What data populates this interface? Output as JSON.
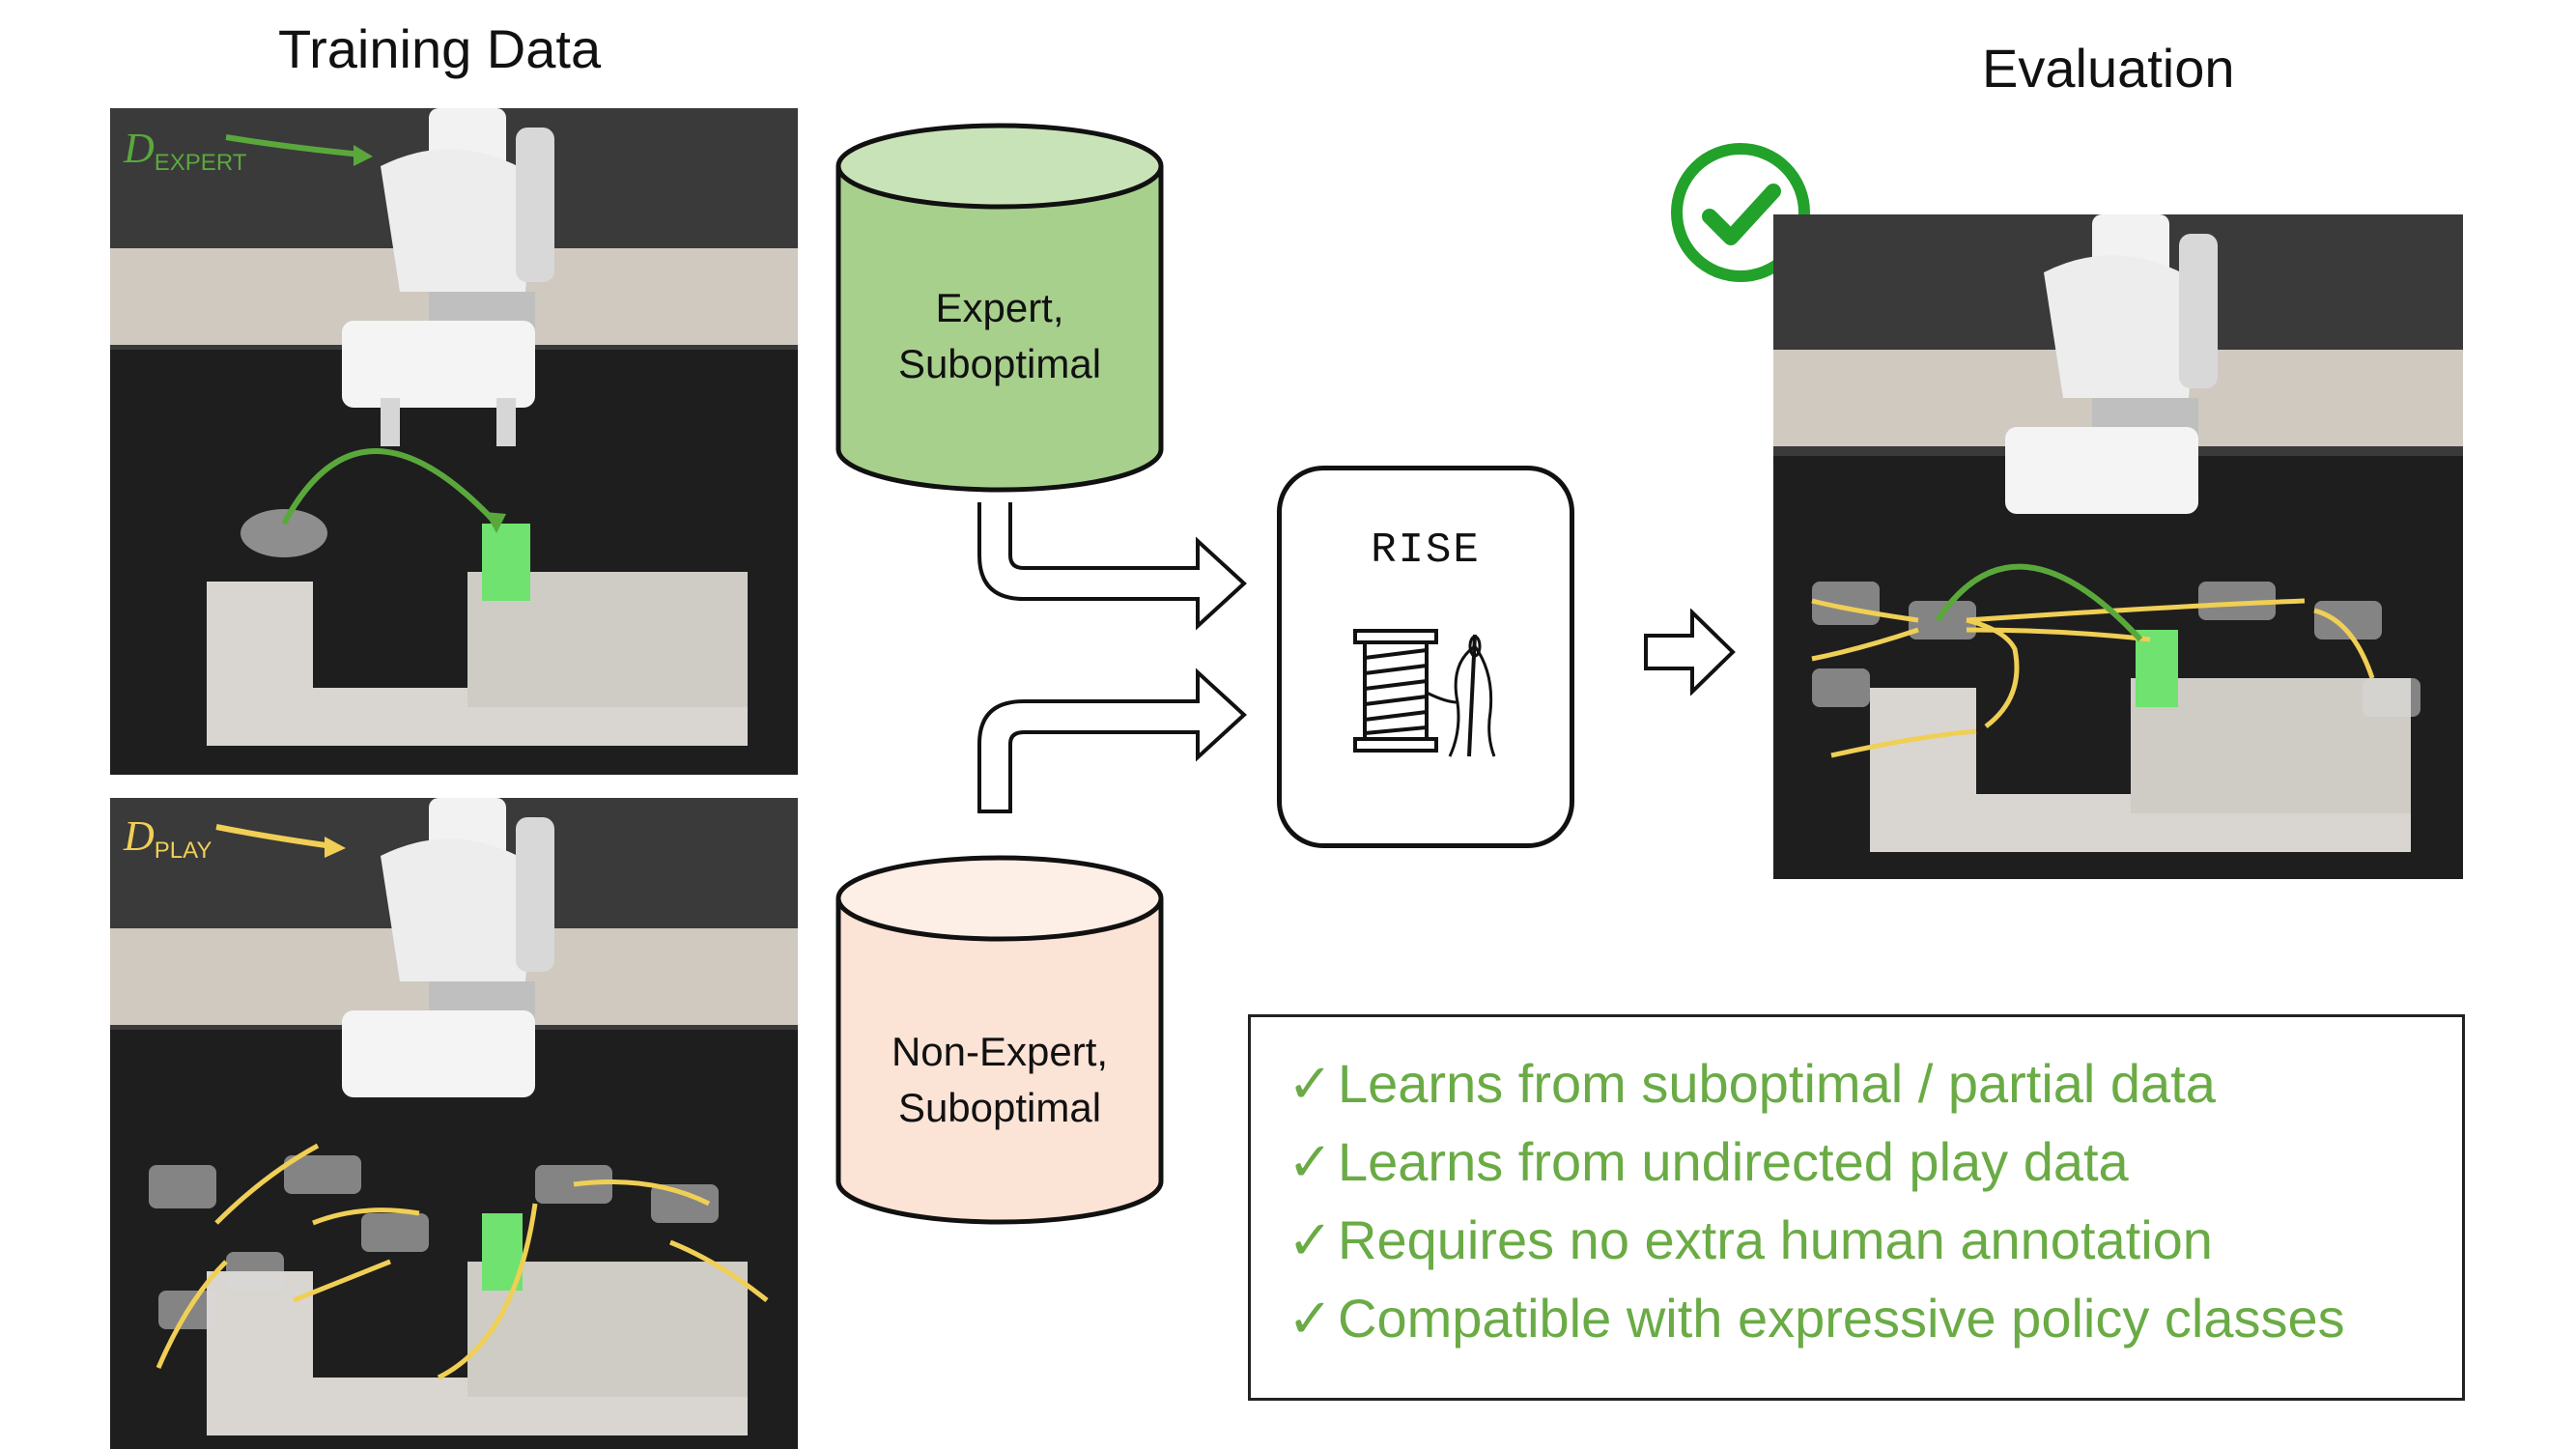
{
  "headings": {
    "training": "Training Data",
    "evaluation": "Evaluation"
  },
  "expert_panel": {
    "label_main": "D",
    "label_sub": "EXPERT"
  },
  "play_panel": {
    "label_main": "D",
    "label_sub": "PLAY"
  },
  "expert_db": {
    "line1": "Expert,",
    "line2": "Suboptimal"
  },
  "nonexpert_db": {
    "line1": "Non-Expert,",
    "line2": "Suboptimal"
  },
  "method": {
    "name": "RISE",
    "icon": "thread-spool-and-needle-icon"
  },
  "success_icon": "check-circle-icon",
  "benefits": {
    "check_glyph": "✓",
    "items": [
      "Learns from suboptimal / partial data",
      "Learns from undirected play data",
      "Requires no extra human annotation",
      "Compatible with expressive policy classes"
    ]
  },
  "colors": {
    "expert_green": "#5aa83c",
    "play_yellow": "#f0cf55",
    "expert_db_fill": "#a8d08d",
    "expert_db_top": "#c9e3b8",
    "nonexpert_db_fill": "#fbe3d6",
    "nonexpert_db_top": "#fdeee6",
    "success_green": "#22a22a",
    "benefit_text": "#6aab45"
  }
}
